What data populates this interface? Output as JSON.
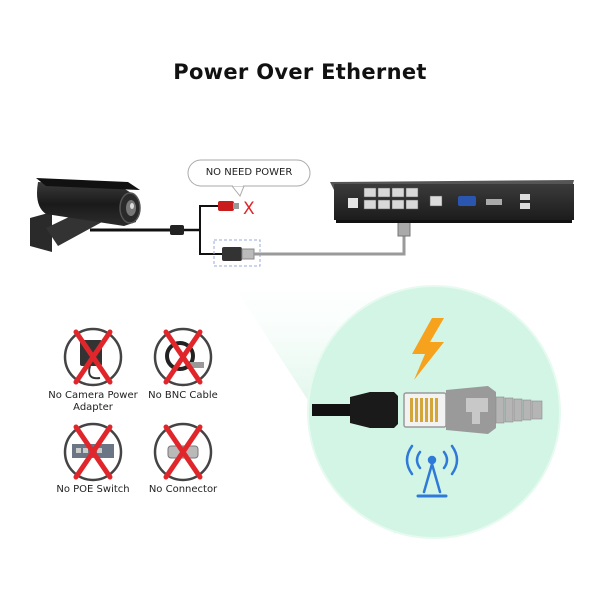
{
  "title": "Power Over Ethernet",
  "callout": "NO NEED POWER",
  "x_mark": "X",
  "excluded_items": [
    {
      "label": "No Camera Power Adapter"
    },
    {
      "label": "No BNC Cable"
    },
    {
      "label": "No POE Switch"
    },
    {
      "label": "No Connector"
    }
  ],
  "icons": {
    "camera": "cctv-camera-icon",
    "recorder": "poe-nvr-icon",
    "power": "lightning-icon",
    "data": "wireless-signal-icon",
    "plug": "rj45-plug-icon"
  },
  "colors": {
    "zoom_fill": "#d3f5e6",
    "lightning": "#f6a21c",
    "signal": "#2f7ad8",
    "cross": "#e0262a",
    "cable_gray": "#9a9a9a"
  }
}
